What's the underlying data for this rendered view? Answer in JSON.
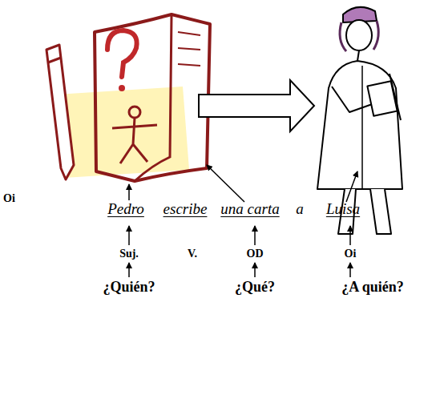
{
  "diagram": {
    "labels": [
      "Oi",
      "Pedro",
      "escribe",
      "una carta",
      "a",
      "Luisa",
      "Suj.",
      "V.",
      "OD",
      "Oi",
      "¿Quién?",
      "¿Qué?",
      "¿A quién?"
    ]
  }
}
